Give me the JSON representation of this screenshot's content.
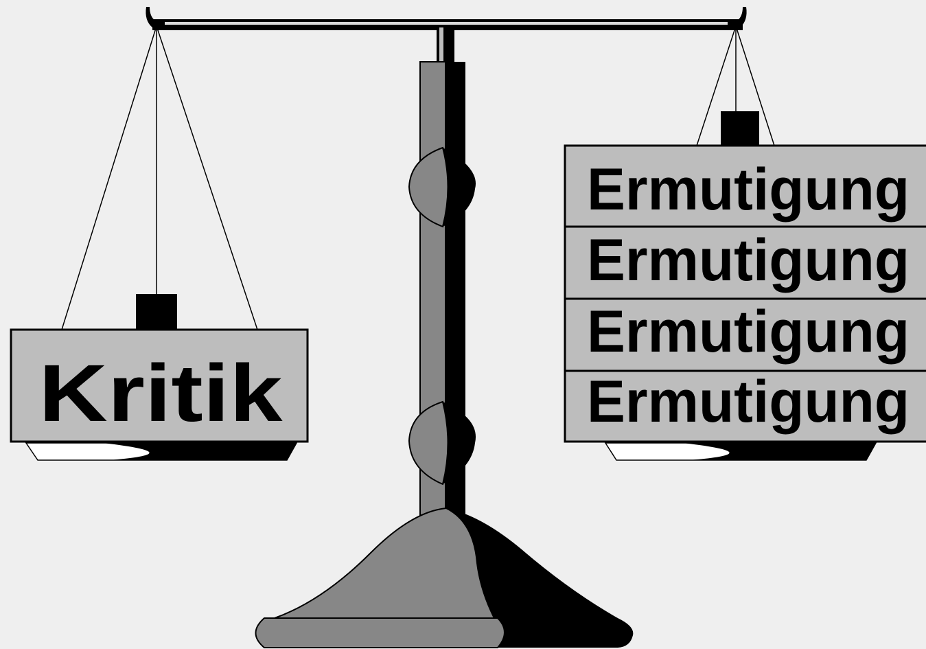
{
  "left_pan": {
    "label": "Kritik"
  },
  "right_pan": {
    "labels": [
      "Ermutigung",
      "Ermutigung",
      "Ermutigung",
      "Ermutigung"
    ]
  },
  "colors": {
    "background": "#efefef",
    "box_fill": "#bdbdbd",
    "post_gray": "#878787",
    "ink": "#000000"
  }
}
